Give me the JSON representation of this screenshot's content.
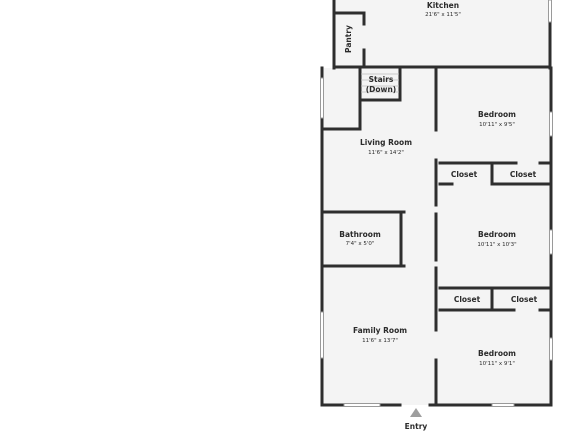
{
  "rooms": {
    "kitchen": {
      "name": "Kitchen",
      "dims": "21'6\" x 11'5\""
    },
    "pantry": {
      "name": "Pantry"
    },
    "stairs": {
      "name_line1": "Stairs",
      "name_line2": "(Down)"
    },
    "living_room": {
      "name": "Living Room",
      "dims": "11'6\" x 14'2\""
    },
    "bedroom_1": {
      "name": "Bedroom",
      "dims": "10'11\" x 9'5\""
    },
    "closet_1": {
      "name": "Closet"
    },
    "closet_2": {
      "name": "Closet"
    },
    "bedroom_2": {
      "name": "Bedroom",
      "dims": "10'11\" x 10'3\""
    },
    "bathroom": {
      "name": "Bathroom",
      "dims": "7'4\" x 5'0\""
    },
    "closet_3": {
      "name": "Closet"
    },
    "closet_4": {
      "name": "Closet"
    },
    "family_room": {
      "name": "Family Room",
      "dims": "11'6\" x 13'7\""
    },
    "bedroom_3": {
      "name": "Bedroom",
      "dims": "10'11\" x 9'1\""
    }
  },
  "entry": {
    "label": "Entry"
  },
  "colors": {
    "wall": "#2e2e2e",
    "floor": "#f4f4f4",
    "text": "#2b2b2b"
  }
}
